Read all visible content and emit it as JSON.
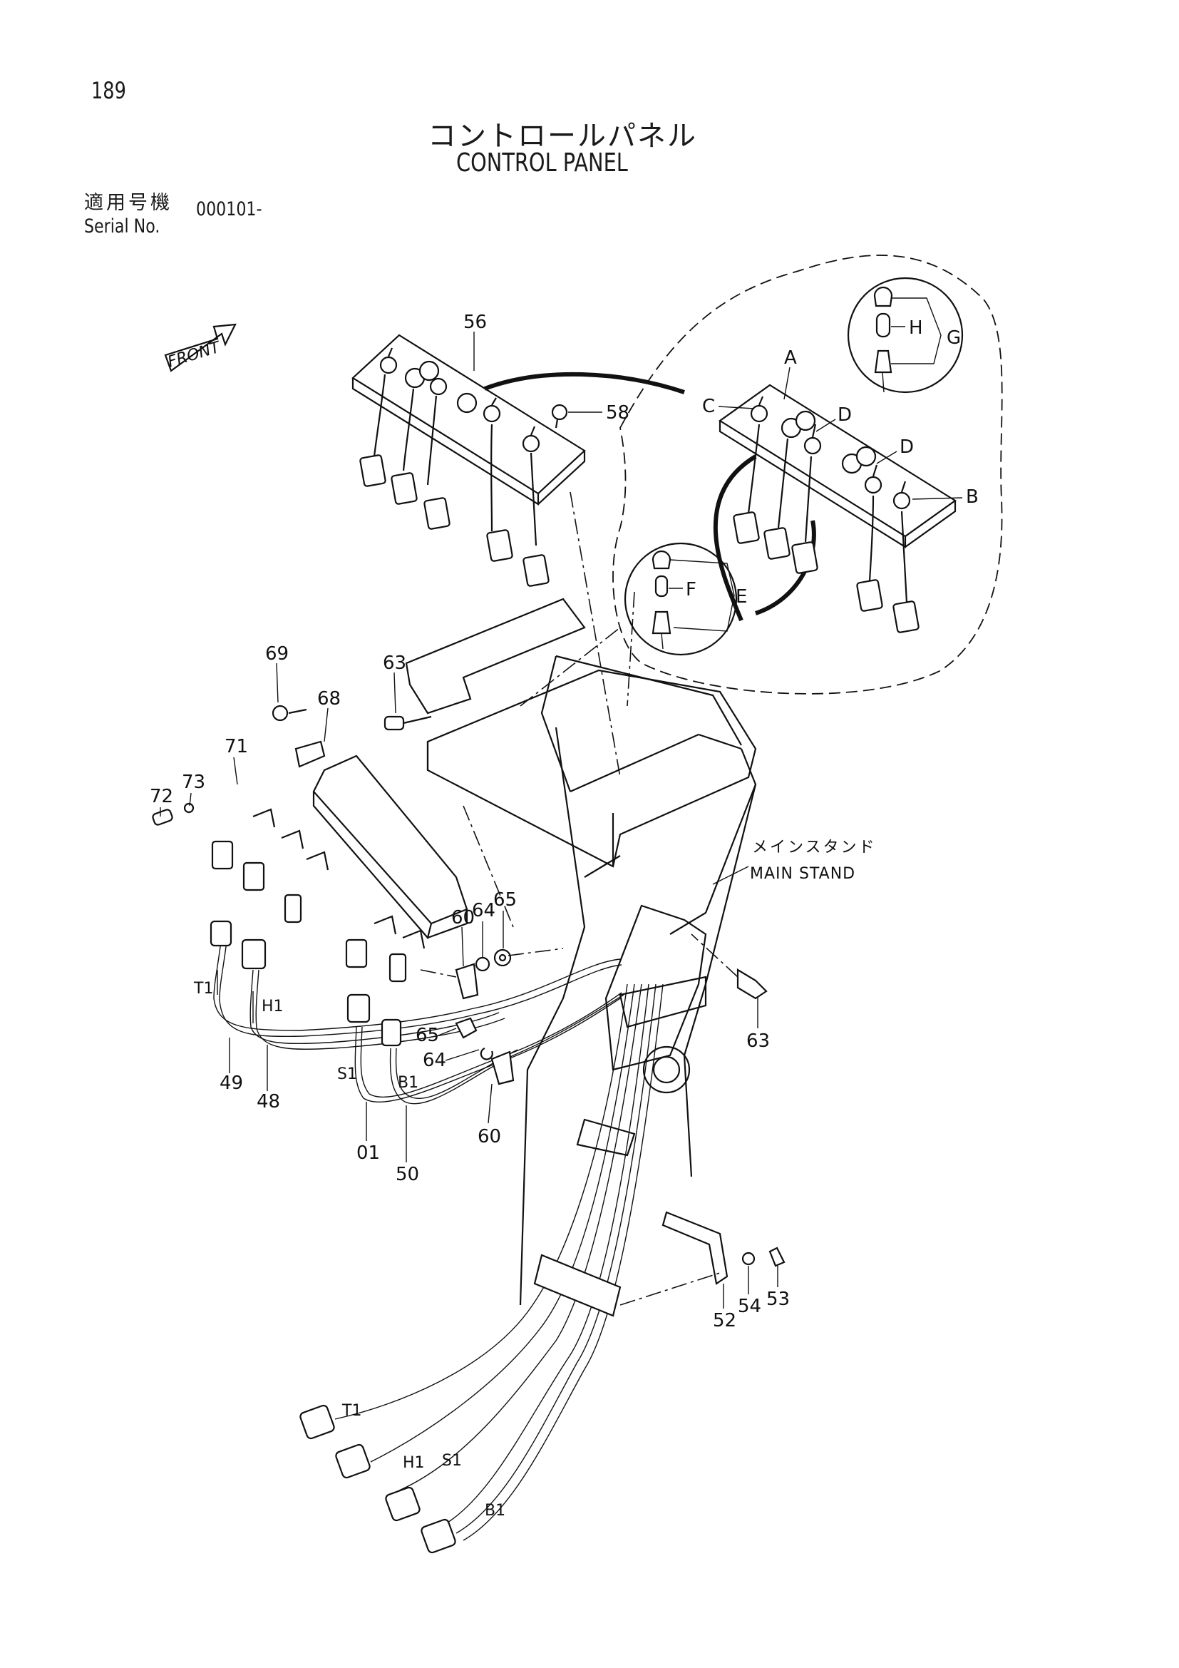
{
  "header": {
    "page_number": "189",
    "title_jp": "コントロールパネル",
    "title_en": "CONTROL PANEL",
    "serial_label_jp": "適用号機",
    "serial_label_en": "Serial No.",
    "serial_value": "000101-"
  },
  "diagram": {
    "front_label": "FRONT",
    "main_stand_jp": "メインスタンド",
    "main_stand_en": "MAIN STAND",
    "part_numbers": [
      "56",
      "58",
      "69",
      "63",
      "68",
      "71",
      "72",
      "73",
      "60",
      "64",
      "65",
      "65",
      "64",
      "60",
      "63",
      "49",
      "48",
      "01",
      "50",
      "52",
      "54",
      "53"
    ],
    "detail_letters": [
      "A",
      "B",
      "C",
      "D",
      "D",
      "E",
      "F",
      "G",
      "H"
    ],
    "wire_tags": [
      "T1",
      "H1",
      "S1",
      "B1",
      "T1",
      "H1",
      "S1",
      "B1"
    ]
  }
}
